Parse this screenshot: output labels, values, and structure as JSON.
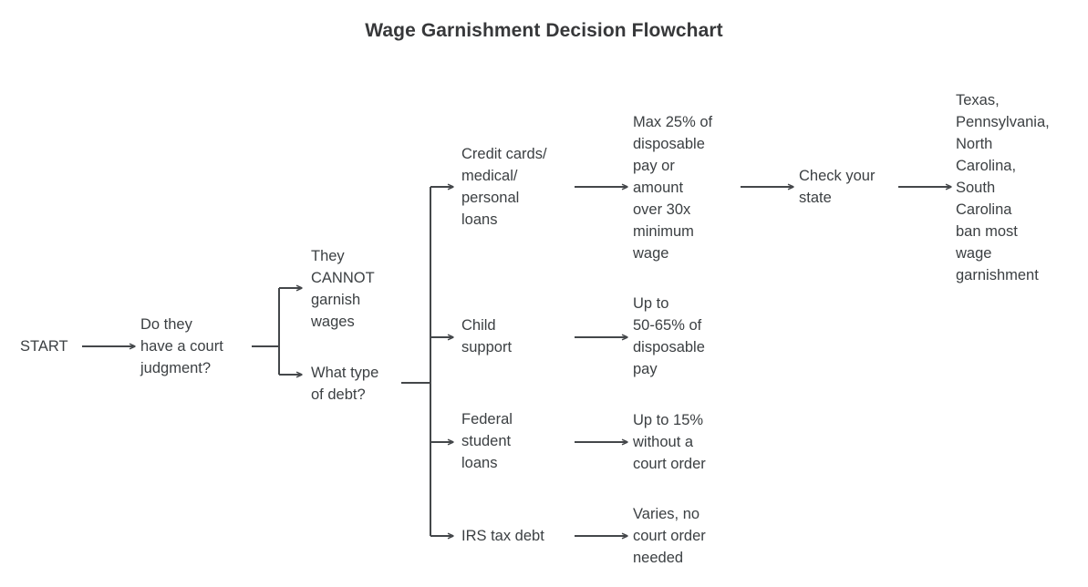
{
  "title": "Wage Garnishment Decision Flowchart",
  "theme": {
    "background": "#ffffff",
    "text_color": "#3c4043",
    "title_color": "#37383a",
    "edge_color": "#44474a"
  },
  "nodes": {
    "start": "START",
    "judgment_question": "Do they\nhave a court\njudgment?",
    "cannot_garnish": "They\nCANNOT\ngarnish\nwages",
    "debt_type_question": "What type\nof debt?",
    "debt_consumer": "Credit cards/\nmedical/\npersonal\nloans",
    "debt_child_support": "Child\nsupport",
    "debt_student_loans": "Federal\nstudent\nloans",
    "debt_irs": "IRS tax debt",
    "outcome_consumer": "Max 25% of\ndisposable\npay or\namount\nover 30x\nminimum\nwage",
    "outcome_child_support": "Up to\n50-65% of\ndisposable\npay",
    "outcome_student_loans": "Up to 15%\nwithout a\ncourt order",
    "outcome_irs": "Varies, no\ncourt order\nneeded",
    "check_state": "Check your\nstate",
    "state_bans": "Texas,\nPennsylvania,\nNorth\nCarolina,\nSouth\nCarolina\nban most\nwage\ngarnishment"
  },
  "chart_data": {
    "type": "diagram",
    "diagram_kind": "flowchart",
    "orientation": "left-to-right",
    "title": "Wage Garnishment Decision Flowchart",
    "nodes": [
      {
        "id": "start",
        "label": "START"
      },
      {
        "id": "judgment_question",
        "label": "Do they have a court judgment?"
      },
      {
        "id": "cannot_garnish",
        "label": "They CANNOT garnish wages"
      },
      {
        "id": "debt_type_question",
        "label": "What type of debt?"
      },
      {
        "id": "debt_consumer",
        "label": "Credit cards/ medical/ personal loans"
      },
      {
        "id": "debt_child_support",
        "label": "Child support"
      },
      {
        "id": "debt_student_loans",
        "label": "Federal student loans"
      },
      {
        "id": "debt_irs",
        "label": "IRS tax debt"
      },
      {
        "id": "outcome_consumer",
        "label": "Max 25% of disposable pay or amount over 30x minimum wage"
      },
      {
        "id": "outcome_child_support",
        "label": "Up to 50-65% of disposable pay"
      },
      {
        "id": "outcome_student_loans",
        "label": "Up to 15% without a court order"
      },
      {
        "id": "outcome_irs",
        "label": "Varies, no court order needed"
      },
      {
        "id": "check_state",
        "label": "Check your state"
      },
      {
        "id": "state_bans",
        "label": "Texas, Pennsylvania, North Carolina, South Carolina ban most wage garnishment"
      }
    ],
    "edges": [
      {
        "from": "start",
        "to": "judgment_question"
      },
      {
        "from": "judgment_question",
        "to": "cannot_garnish"
      },
      {
        "from": "judgment_question",
        "to": "debt_type_question"
      },
      {
        "from": "debt_type_question",
        "to": "debt_consumer"
      },
      {
        "from": "debt_type_question",
        "to": "debt_child_support"
      },
      {
        "from": "debt_type_question",
        "to": "debt_student_loans"
      },
      {
        "from": "debt_type_question",
        "to": "debt_irs"
      },
      {
        "from": "debt_consumer",
        "to": "outcome_consumer"
      },
      {
        "from": "debt_child_support",
        "to": "outcome_child_support"
      },
      {
        "from": "debt_student_loans",
        "to": "outcome_student_loans"
      },
      {
        "from": "debt_irs",
        "to": "outcome_irs"
      },
      {
        "from": "outcome_consumer",
        "to": "check_state"
      },
      {
        "from": "check_state",
        "to": "state_bans"
      }
    ]
  }
}
